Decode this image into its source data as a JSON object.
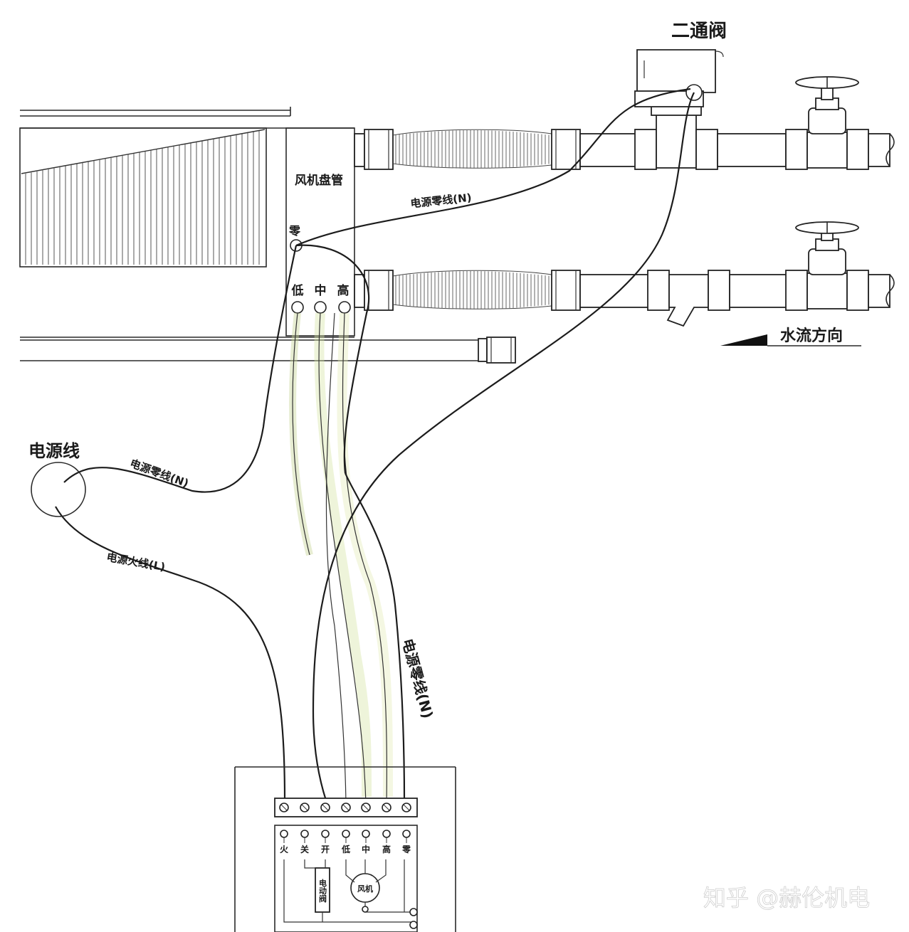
{
  "labels": {
    "two_way_valve": "二通阀",
    "fan_coil": "风机盘管",
    "neutral_marker": "零",
    "speed_low": "低",
    "speed_mid": "中",
    "speed_high": "高",
    "power_neutral_top": "电源零线(N)",
    "power_cord": "电源线",
    "power_neutral_left": "电源零线(N)",
    "power_live": "电源火线(L)",
    "power_neutral_vertical": "电源零线(N)",
    "water_flow": "水流方向",
    "watermark": "知乎 @赫伦机电"
  },
  "controller": {
    "terminal_labels": [
      "火",
      "关",
      "开",
      "低",
      "中",
      "高",
      "零"
    ],
    "valve_label": "电动阀",
    "fan_label": "风机"
  }
}
